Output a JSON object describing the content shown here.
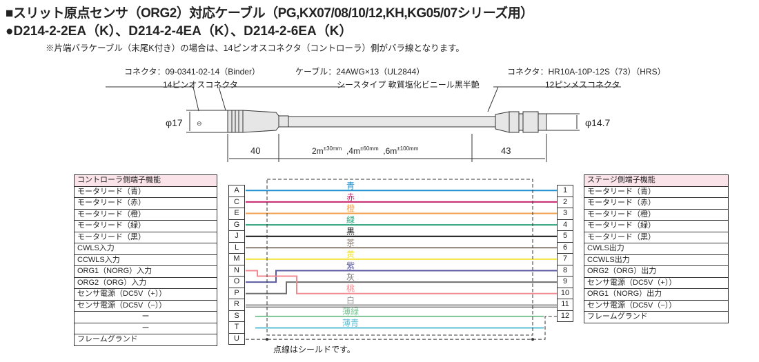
{
  "title": "■スリット原点センサ（ORG2）対応ケーブル（PG,KX07/08/10/12,KH,KG05/07シリーズ用）",
  "models": "●D214-2-2EA（K）、D214-2-4EA（K）、D214-2-6EA（K）",
  "note": "※片端バラケーブル（末尾K付き）の場合は、14ピンオスコネクタ（コントローラ）側がバラ線となります。",
  "cable": {
    "left_connector": [
      "コネクタ：09-0341-02-14（Binder）",
      "14ピンオスコネクタ"
    ],
    "cable_spec": [
      "ケーブル：24AWG×13（UL2844）",
      "シースタイプ 軟質塩化ビニール黒半艶"
    ],
    "right_connector": [
      "コネクタ：HR10A-10P-12S（73）（HRS）",
      "12ピンメスコネクタ"
    ],
    "left_diameter": "φ17",
    "right_diameter": "φ14.7",
    "left_length": "40",
    "right_length": "43",
    "lengths": [
      "2m",
      "±30mm",
      ",4m",
      "±60mm",
      ",6m",
      "±100mm"
    ]
  },
  "left_table": {
    "header": "コントローラ側端子機能",
    "rows": [
      "モータリード（青）",
      "モータリード（赤）",
      "モータリード（橙）",
      "モータリード（緑）",
      "モータリード（黒）",
      "CWLS入力",
      "CCWLS入力",
      "ORG1（NORG）入力",
      "ORG2（ORG）入力",
      "センサ電源（DC5V（+））",
      "センサ電源（DC5V（−））",
      "ー",
      "ー",
      "フレームグランド"
    ]
  },
  "left_pins": [
    "A",
    "C",
    "E",
    "G",
    "J",
    "L",
    "M",
    "N",
    "O",
    "P",
    "R",
    "S",
    "T",
    "U"
  ],
  "right_pins": [
    "1",
    "2",
    "3",
    "4",
    "5",
    "6",
    "7",
    "8",
    "9",
    "10",
    "11",
    "12"
  ],
  "right_table": {
    "header": "ステージ側端子機能",
    "rows": [
      "モータリード（青）",
      "モータリード（赤）",
      "モータリード（橙）",
      "モータリード（緑）",
      "モータリード（黒）",
      "CWLS出力",
      "CCWLS出力",
      "ORG2（ORG）出力",
      "センサ電源（DC5V（+））",
      "ORG1（NORG）出力",
      "センサ電源（DC5V（−））",
      "フレームグランド"
    ]
  },
  "wires": [
    {
      "label": "青",
      "color": "#1f8fcf",
      "from": 0,
      "to": 0
    },
    {
      "label": "赤",
      "color": "#c8246e",
      "from": 1,
      "to": 1
    },
    {
      "label": "橙",
      "color": "#f0a050",
      "from": 2,
      "to": 2
    },
    {
      "label": "緑",
      "color": "#2aa07a",
      "from": 3,
      "to": 3
    },
    {
      "label": "黒",
      "color": "#111111",
      "from": 4,
      "to": 4
    },
    {
      "label": "茶",
      "color": "#8a7d72",
      "from": 5,
      "to": 5
    },
    {
      "label": "黄",
      "color": "#f3e43c",
      "from": 6,
      "to": 6
    },
    {
      "label": "紫",
      "color": "#5b5aa0",
      "from": 8,
      "to": 7
    },
    {
      "label": "灰",
      "color": "#6e6e6e",
      "from": 9,
      "to": 8
    },
    {
      "label": "桃",
      "color": "#f08a90",
      "from": 7,
      "to": 9
    },
    {
      "label": "白",
      "color": "#333333",
      "from": 10,
      "to": 10
    },
    {
      "label": "薄緑",
      "color": "#7cc596",
      "from": 11,
      "to": null
    },
    {
      "label": "薄青",
      "color": "#5ec0d8",
      "from": 12,
      "to": null
    }
  ],
  "shield_note": "点線はシールドです。"
}
